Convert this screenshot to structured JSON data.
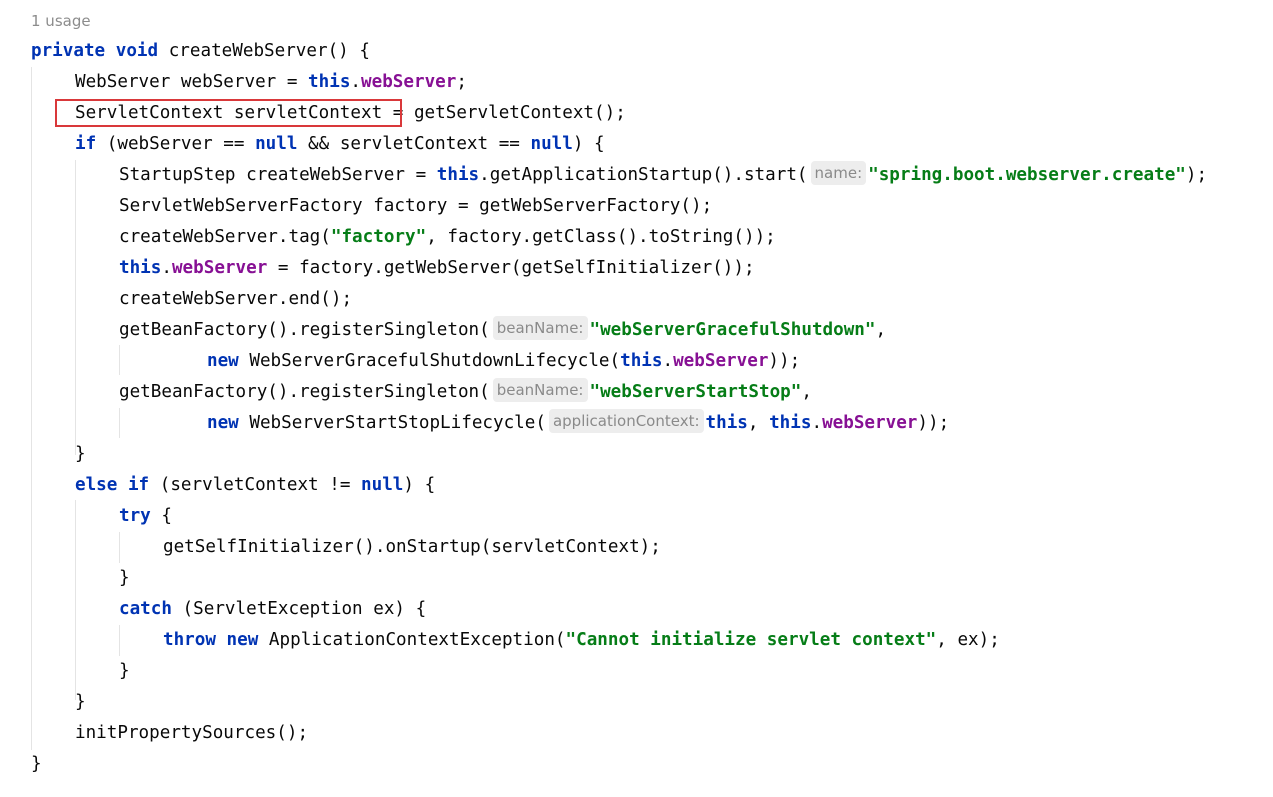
{
  "editor": {
    "usage_hint": "1 usage",
    "annotation": {
      "color": "#d9383a",
      "target": "ServletContext servletContext"
    },
    "syntax_colors": {
      "keyword": "#0033b3",
      "field": "#871094",
      "string": "#067d17",
      "text": "#080808",
      "hint": "#8a8a8a"
    },
    "lines": [
      [
        {
          "t": "private void",
          "c": "kw"
        },
        {
          "t": " createWebServer() {",
          "c": "plain"
        }
      ],
      [
        {
          "t": "WebServer webServer = ",
          "c": "plain"
        },
        {
          "t": "this",
          "c": "kw"
        },
        {
          "t": ".",
          "c": "plain"
        },
        {
          "t": "webServer",
          "c": "field"
        },
        {
          "t": ";",
          "c": "plain"
        }
      ],
      [
        {
          "t": "ServletContext servletContext = getServletContext();",
          "c": "plain"
        }
      ],
      [
        {
          "t": "if",
          "c": "kw"
        },
        {
          "t": " (webServer == ",
          "c": "plain"
        },
        {
          "t": "null",
          "c": "kw"
        },
        {
          "t": " && servletContext == ",
          "c": "plain"
        },
        {
          "t": "null",
          "c": "kw"
        },
        {
          "t": ") {",
          "c": "plain"
        }
      ],
      [
        {
          "t": "StartupStep createWebServer = ",
          "c": "plain"
        },
        {
          "t": "this",
          "c": "kw"
        },
        {
          "t": ".getApplicationStartup().start(",
          "c": "plain"
        },
        {
          "t": "name:",
          "c": "hint"
        },
        {
          "t": "\"spring.boot.webserver.create\"",
          "c": "str"
        },
        {
          "t": ");",
          "c": "plain"
        }
      ],
      [
        {
          "t": "ServletWebServerFactory factory = getWebServerFactory();",
          "c": "plain"
        }
      ],
      [
        {
          "t": "createWebServer.tag(",
          "c": "plain"
        },
        {
          "t": "\"factory\"",
          "c": "str"
        },
        {
          "t": ", factory.getClass().toString());",
          "c": "plain"
        }
      ],
      [
        {
          "t": "this",
          "c": "kw"
        },
        {
          "t": ".",
          "c": "plain"
        },
        {
          "t": "webServer",
          "c": "field"
        },
        {
          "t": " = factory.getWebServer(getSelfInitializer());",
          "c": "plain"
        }
      ],
      [
        {
          "t": "createWebServer.end();",
          "c": "plain"
        }
      ],
      [
        {
          "t": "getBeanFactory().registerSingleton(",
          "c": "plain"
        },
        {
          "t": "beanName:",
          "c": "hint"
        },
        {
          "t": "\"webServerGracefulShutdown\"",
          "c": "str"
        },
        {
          "t": ",",
          "c": "plain"
        }
      ],
      [
        {
          "t": "new",
          "c": "kw"
        },
        {
          "t": " WebServerGracefulShutdownLifecycle(",
          "c": "plain"
        },
        {
          "t": "this",
          "c": "kw"
        },
        {
          "t": ".",
          "c": "plain"
        },
        {
          "t": "webServer",
          "c": "field"
        },
        {
          "t": "));",
          "c": "plain"
        }
      ],
      [
        {
          "t": "getBeanFactory().registerSingleton(",
          "c": "plain"
        },
        {
          "t": "beanName:",
          "c": "hint"
        },
        {
          "t": "\"webServerStartStop\"",
          "c": "str"
        },
        {
          "t": ",",
          "c": "plain"
        }
      ],
      [
        {
          "t": "new",
          "c": "kw"
        },
        {
          "t": " WebServerStartStopLifecycle(",
          "c": "plain"
        },
        {
          "t": "applicationContext:",
          "c": "hint"
        },
        {
          "t": "this",
          "c": "kw"
        },
        {
          "t": ", ",
          "c": "plain"
        },
        {
          "t": "this",
          "c": "kw"
        },
        {
          "t": ".",
          "c": "plain"
        },
        {
          "t": "webServer",
          "c": "field"
        },
        {
          "t": "));",
          "c": "plain"
        }
      ],
      [
        {
          "t": "}",
          "c": "plain"
        }
      ],
      [
        {
          "t": "else if",
          "c": "kw"
        },
        {
          "t": " (servletContext != ",
          "c": "plain"
        },
        {
          "t": "null",
          "c": "kw"
        },
        {
          "t": ") {",
          "c": "plain"
        }
      ],
      [
        {
          "t": "try",
          "c": "kw"
        },
        {
          "t": " {",
          "c": "plain"
        }
      ],
      [
        {
          "t": "getSelfInitializer().onStartup(servletContext);",
          "c": "plain"
        }
      ],
      [
        {
          "t": "}",
          "c": "plain"
        }
      ],
      [
        {
          "t": "catch",
          "c": "kw"
        },
        {
          "t": " (ServletException ex) {",
          "c": "plain"
        }
      ],
      [
        {
          "t": "throw new",
          "c": "kw"
        },
        {
          "t": " ApplicationContextException(",
          "c": "plain"
        },
        {
          "t": "\"Cannot initialize servlet context\"",
          "c": "str"
        },
        {
          "t": ", ex);",
          "c": "plain"
        }
      ],
      [
        {
          "t": "}",
          "c": "plain"
        }
      ],
      [
        {
          "t": "}",
          "c": "plain"
        }
      ],
      [
        {
          "t": "initPropertySources();",
          "c": "plain"
        }
      ],
      [
        {
          "t": "}",
          "c": "plain"
        }
      ]
    ]
  }
}
